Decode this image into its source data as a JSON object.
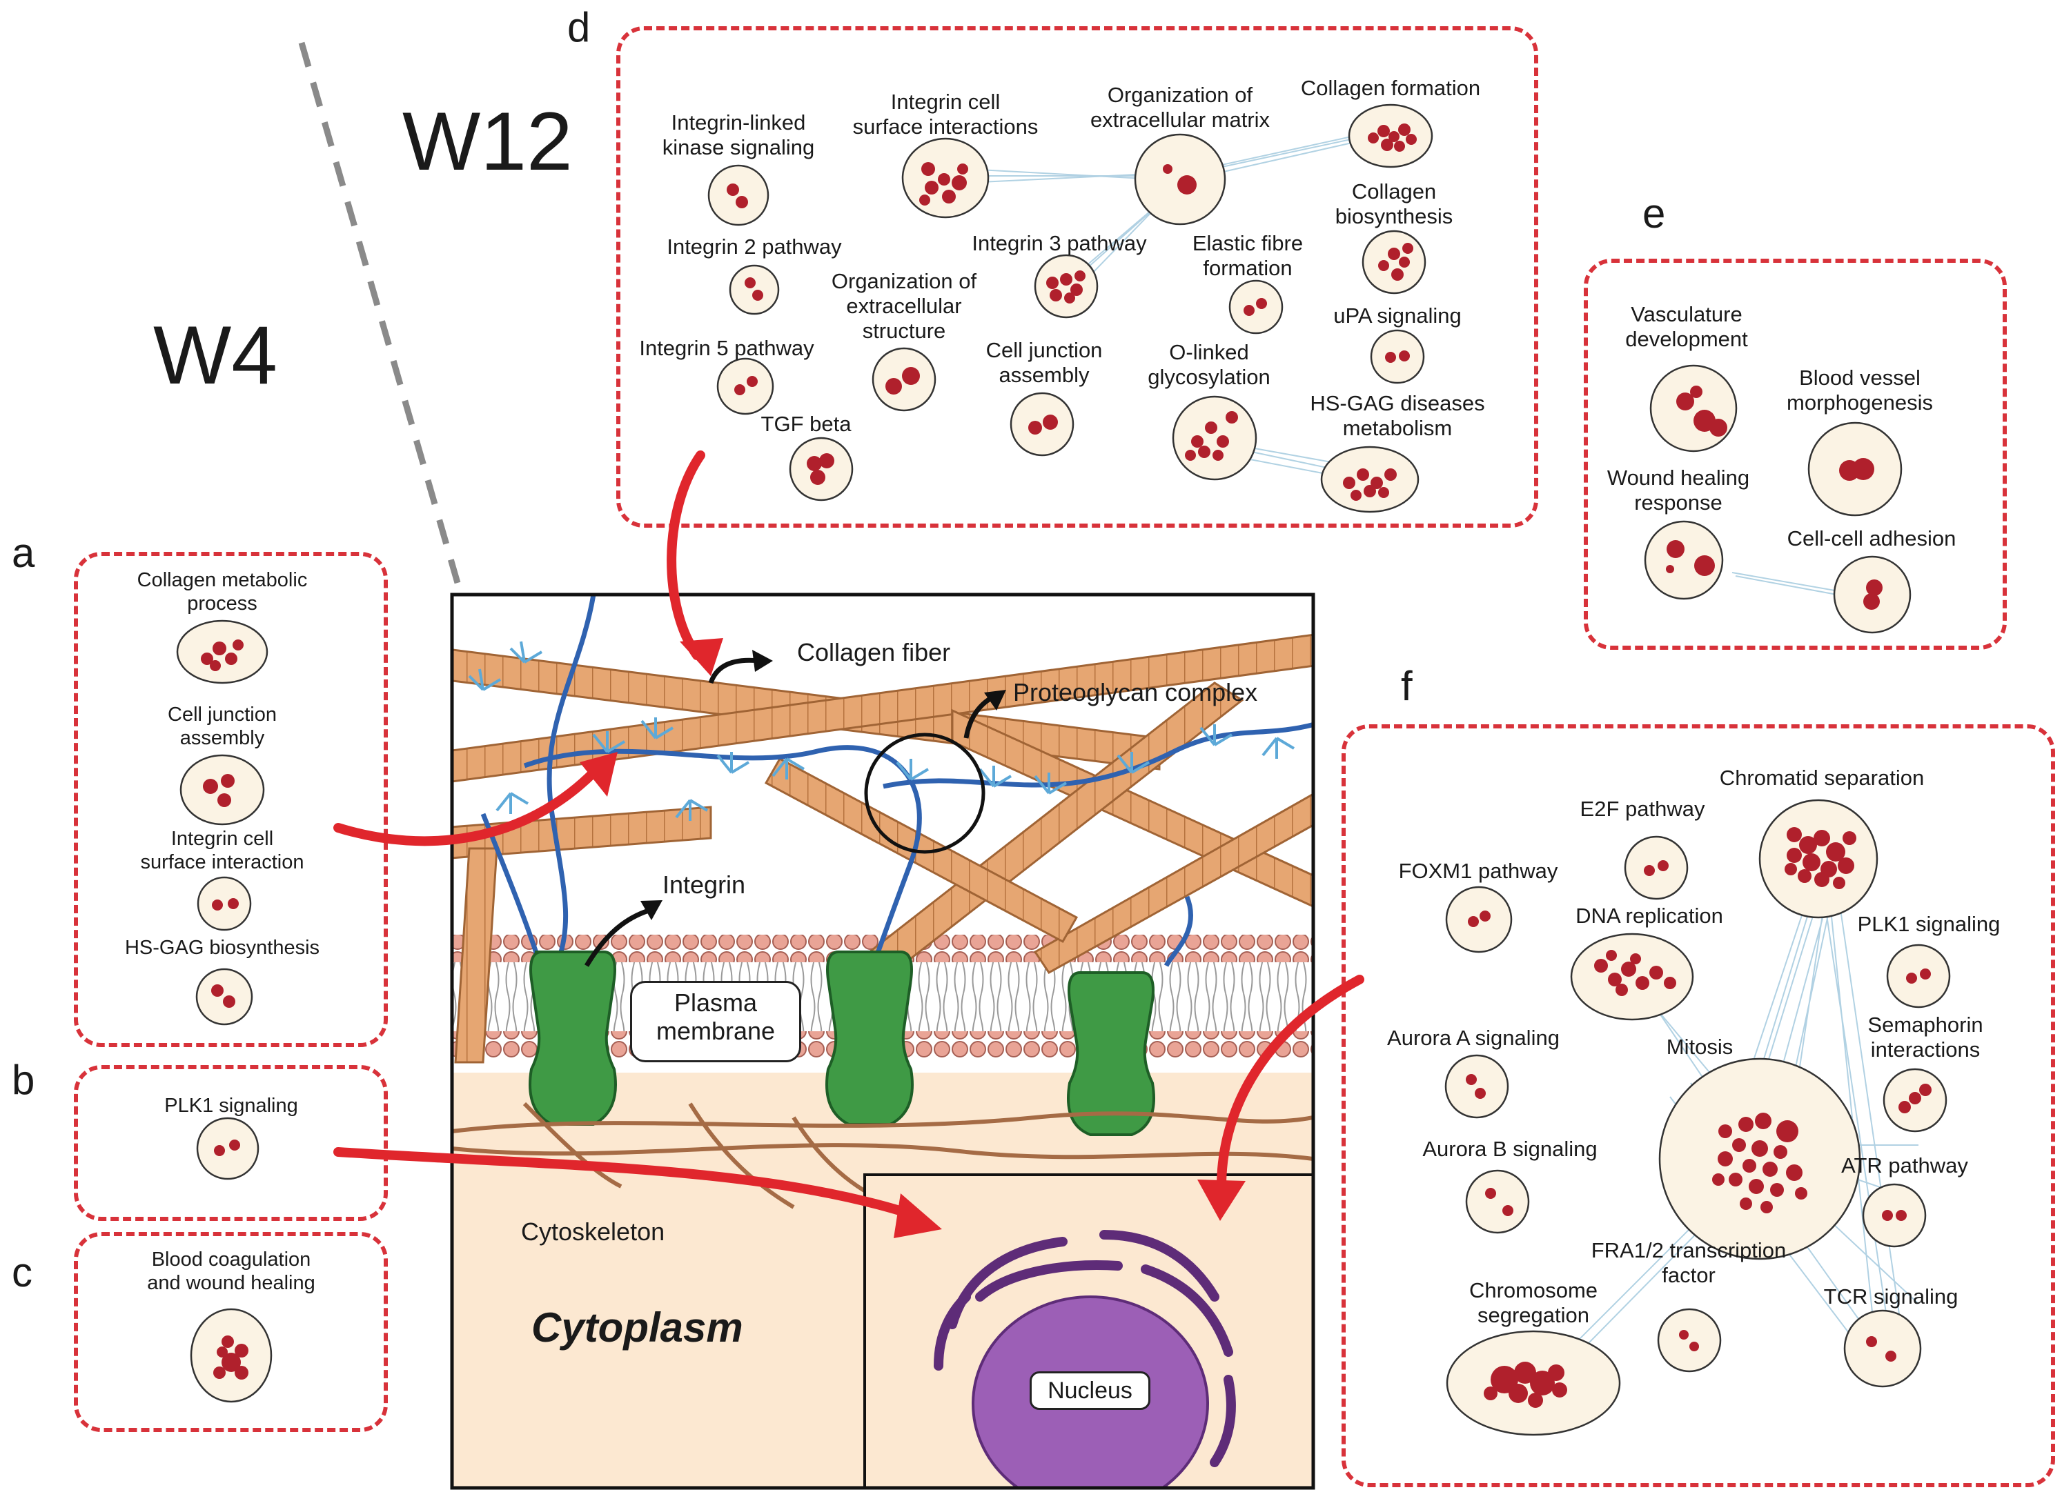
{
  "stage_labels": {
    "w4": "W4",
    "w12": "W12"
  },
  "panel_letters": {
    "a": "a",
    "b": "b",
    "c": "c",
    "d": "d",
    "e": "e",
    "f": "f"
  },
  "panel_a": {
    "collagen_metabolic": "Collagen metabolic\nprocess",
    "cell_junction": "Cell junction\nassembly",
    "integrin_cell": "Integrin cell\nsurface interaction",
    "hs_gag": "HS-GAG biosynthesis"
  },
  "panel_b": {
    "plk1": "PLK1 signaling"
  },
  "panel_c": {
    "blood_coag": "Blood coagulation\nand wound healing"
  },
  "panel_d": {
    "ilk": "Integrin-linked\nkinase signaling",
    "integrin_cell": "Integrin cell\nsurface interactions",
    "org_ecm": "Organization of\nextracellular matrix",
    "collagen_formation": "Collagen formation",
    "collagen_biosynthesis": "Collagen\nbiosynthesis",
    "integrin2": "Integrin 2 pathway",
    "integrin3": "Integrin 3 pathway",
    "elastic": "Elastic fibre\nformation",
    "org_ecs": "Organization of\nextracellular\nstructure",
    "upa": "uPA signaling",
    "integrin5": "Integrin 5 pathway",
    "cell_junction": "Cell junction\nassembly",
    "olinked": "O-linked\nglycosylation",
    "hsgag": "HS-GAG diseases\nmetabolism",
    "tgf": "TGF beta"
  },
  "panel_e": {
    "vasculature": "Vasculature\ndevelopment",
    "blood_vessel": "Blood vessel\nmorphogenesis",
    "wound": "Wound healing\nresponse",
    "cellcell": "Cell-cell adhesion"
  },
  "panel_f": {
    "chromatid": "Chromatid separation",
    "e2f": "E2F pathway",
    "foxm1": "FOXM1 pathway",
    "dna": "DNA replication",
    "plk1": "PLK1 signaling",
    "aurora_a": "Aurora A signaling",
    "mitosis": "Mitosis",
    "semaphorin": "Semaphorin\ninteractions",
    "aurora_b": "Aurora B signaling",
    "atr": "ATR pathway",
    "fra": "FRA1/2 transcription\nfactor",
    "chromosome": "Chromosome\nsegregation",
    "tcr": "TCR signaling"
  },
  "cell": {
    "collagen_fiber": "Collagen fiber",
    "proteoglycan": "Proteoglycan complex",
    "integrin": "Integrin",
    "plasma_membrane": "Plasma\nmembrane",
    "cytoskeleton": "Cytoskeleton",
    "cytoplasm": "Cytoplasm",
    "nucleus": "Nucleus"
  },
  "colors": {
    "dashed_border": "#d8323a",
    "node": "#b0202c",
    "node_circle_fill": "#fbf3e4",
    "edge": "#a9cde0",
    "arrow": "#e0262c",
    "cytoplasm_bg": "#fce8d1",
    "collagen": "#e0a06b",
    "integrin": "#3f9a45",
    "nucleus": "#9c5fb6",
    "proteoglycan": "#6aaed6"
  }
}
